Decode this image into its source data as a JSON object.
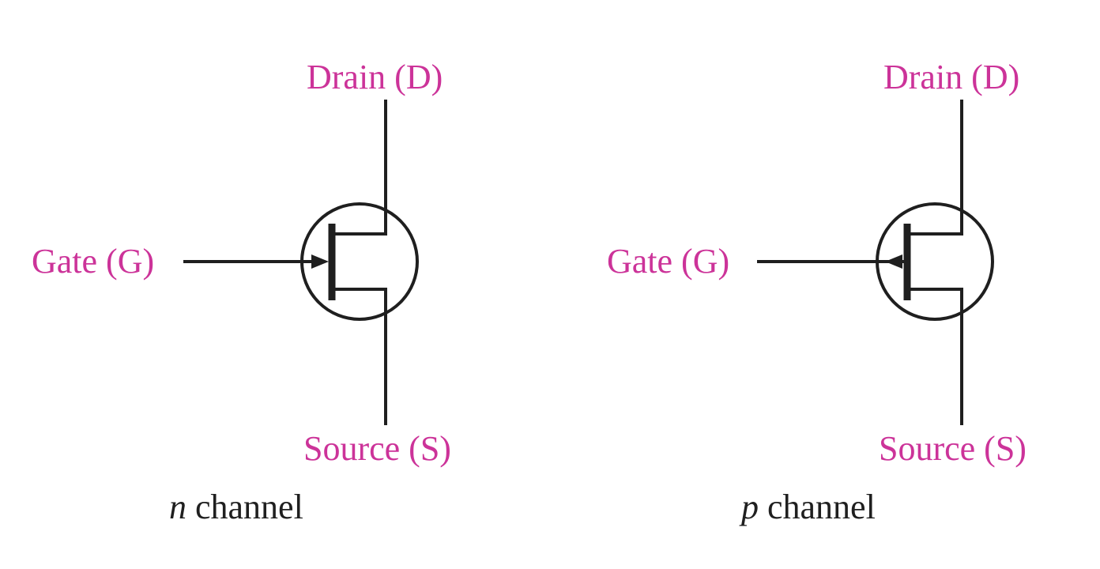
{
  "colors": {
    "label": "#cc3399",
    "line": "#1f1f1f",
    "background": "#ffffff"
  },
  "symbols": [
    {
      "id": "n",
      "drain_label": "Drain (D)",
      "gate_label": "Gate (G)",
      "source_label": "Source (S)",
      "caption_letter": "n",
      "caption_text": " channel",
      "arrow_direction": "inward"
    },
    {
      "id": "p",
      "drain_label": "Drain (D)",
      "gate_label": "Gate (G)",
      "source_label": "Source (S)",
      "caption_letter": "p",
      "caption_text": " channel",
      "arrow_direction": "outward"
    }
  ]
}
